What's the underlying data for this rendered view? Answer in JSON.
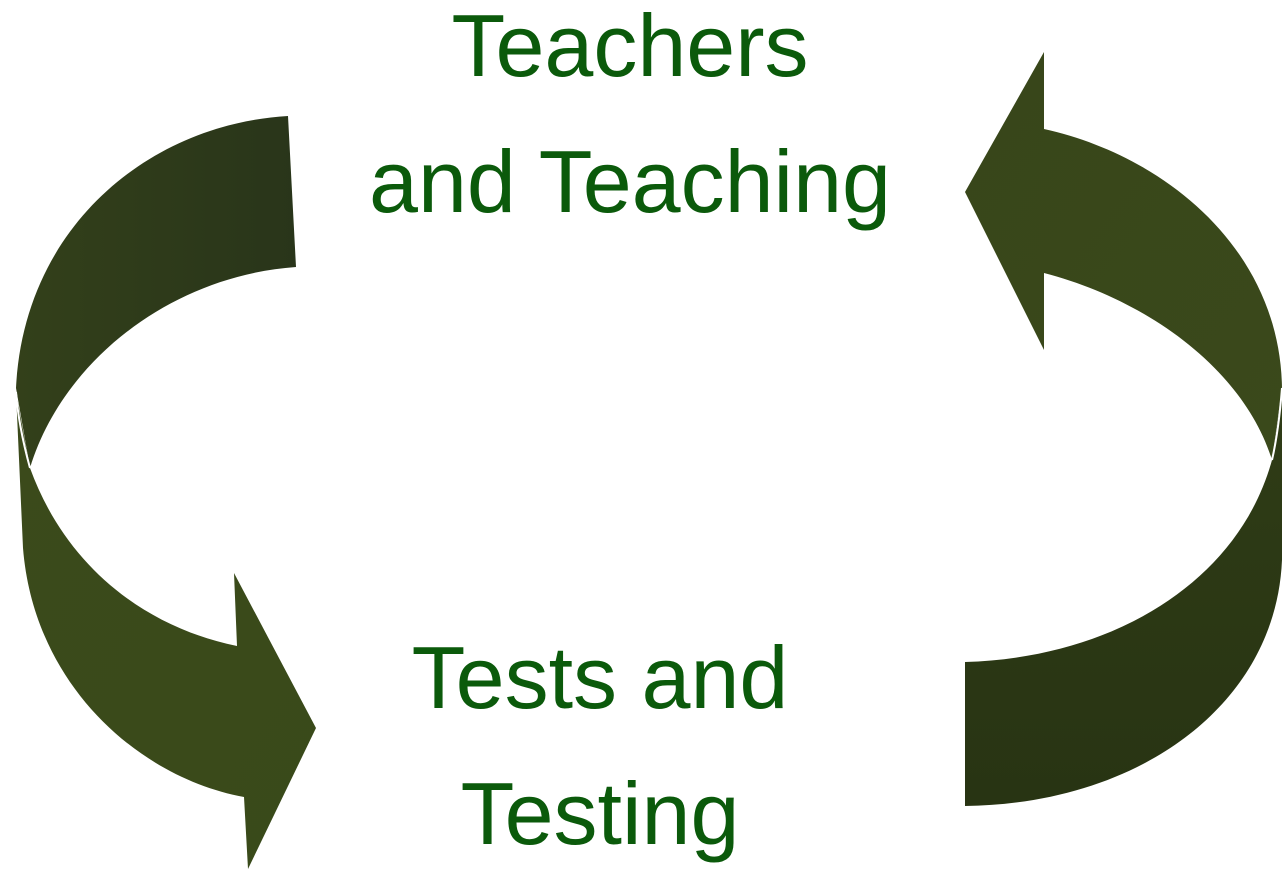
{
  "labels": {
    "top": {
      "line1": "Teachers",
      "line2": "and Teaching"
    },
    "bottom": {
      "line1": "Tests and",
      "line2": "Testing"
    }
  },
  "colors": {
    "text": "#0b5a0b",
    "arrow_light": "#38471a",
    "arrow_dark": "#2c3814"
  }
}
